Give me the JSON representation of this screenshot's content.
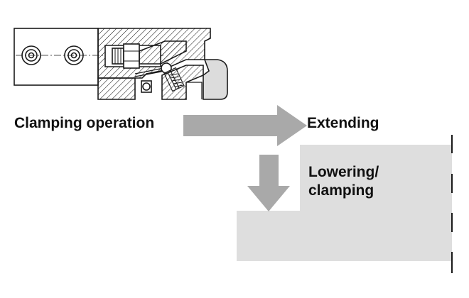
{
  "labels": {
    "clamping_operation": "Clamping operation",
    "extending": "Extending",
    "lowering_line1": "Lowering/",
    "lowering_line2": "clamping"
  },
  "colors": {
    "arrow_fill": "#a9a9a9",
    "workpiece_fill": "#dedede",
    "line": "#1a1a1a",
    "background": "#ffffff"
  }
}
